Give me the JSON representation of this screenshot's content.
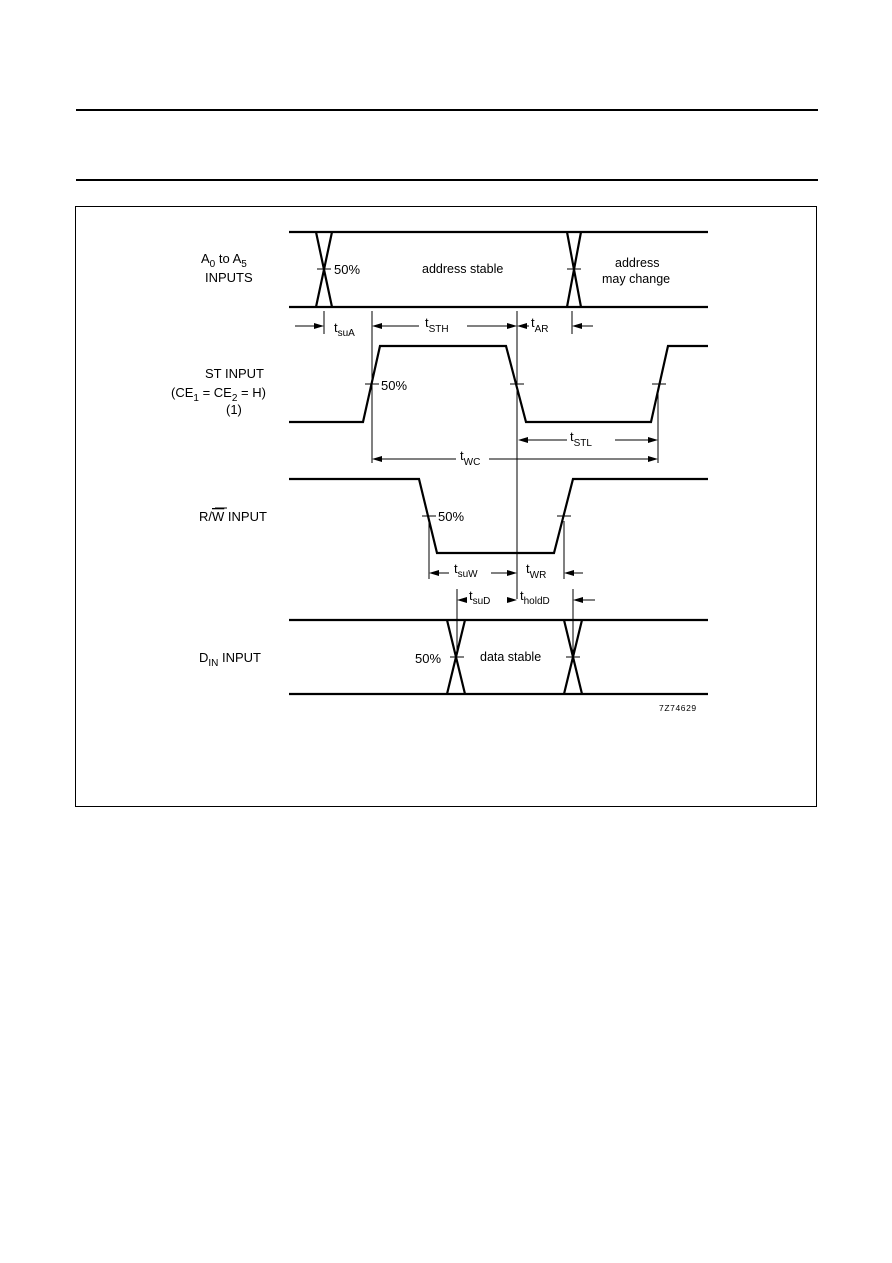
{
  "signals": {
    "address": {
      "line1_main": "A",
      "line1_sub1": "0",
      "line1_mid": " to A",
      "line1_sub2": "5",
      "line2": "INPUTS"
    },
    "st": {
      "line1": "ST INPUT",
      "line2_a": "(CE",
      "line2_sub1": "1",
      "line2_b": " = CE",
      "line2_sub2": "2",
      "line2_c": " = H)",
      "line3": "(1)"
    },
    "rw": {
      "main": "R/",
      "overbar": "W",
      "rest": " INPUT"
    },
    "din": {
      "main": "D",
      "sub": "IN",
      "rest": " INPUT"
    }
  },
  "annotations": {
    "address_stable": "address stable",
    "address_may_change_1": "address",
    "address_may_change_2": "may change",
    "data_stable": "data stable",
    "threshold": "50%"
  },
  "timings": {
    "tsuA": {
      "t": "t",
      "sub": "suA"
    },
    "tSTH": {
      "t": "t",
      "sub": "STH"
    },
    "tAR": {
      "t": "t",
      "sub": "AR"
    },
    "tSTL": {
      "t": "t",
      "sub": "STL"
    },
    "tWC": {
      "t": "t",
      "sub": "WC"
    },
    "tsuW": {
      "t": "t",
      "sub": "suW"
    },
    "tWR": {
      "t": "t",
      "sub": "WR"
    },
    "tsuD": {
      "t": "t",
      "sub": "suD"
    },
    "tholdD": {
      "t": "t",
      "sub": "holdD"
    }
  },
  "figure_code": "7Z74629"
}
